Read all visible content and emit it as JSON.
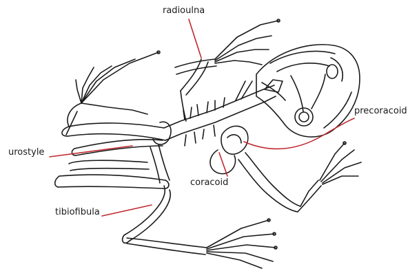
{
  "labels": {
    "radioulna": "radioulna",
    "precoracoid": "precoracoid",
    "urostyle": "urostyle",
    "coracoid": "coracoid",
    "tibiofibula": "tibiofibula"
  },
  "colors": {
    "leader_line": "#c0282d",
    "bone_outline": "#1a1a1a",
    "background": "#ffffff"
  }
}
